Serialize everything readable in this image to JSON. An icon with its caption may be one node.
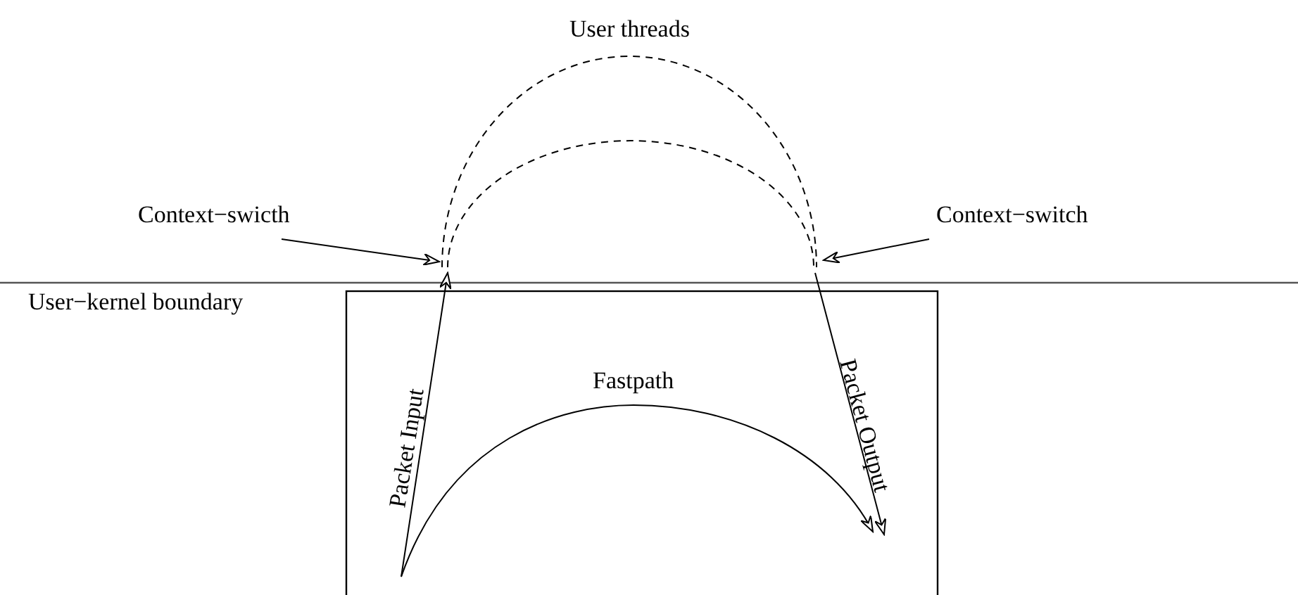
{
  "diagram": {
    "nodes": [
      {
        "text": [
          "Context−swicth"
        ]
      },
      {
        "text": [
          "Context−switch"
        ]
      }
    ],
    "edges": [
      {
        "from": 0,
        "to": null,
        "arrow": "to"
      },
      {
        "from": 1,
        "to": null,
        "arrow": "to"
      }
    ],
    "labels": [
      "User threads",
      "User−kernel boundary",
      "Packet Input",
      "Fastpath",
      "Packet Output"
    ]
  }
}
